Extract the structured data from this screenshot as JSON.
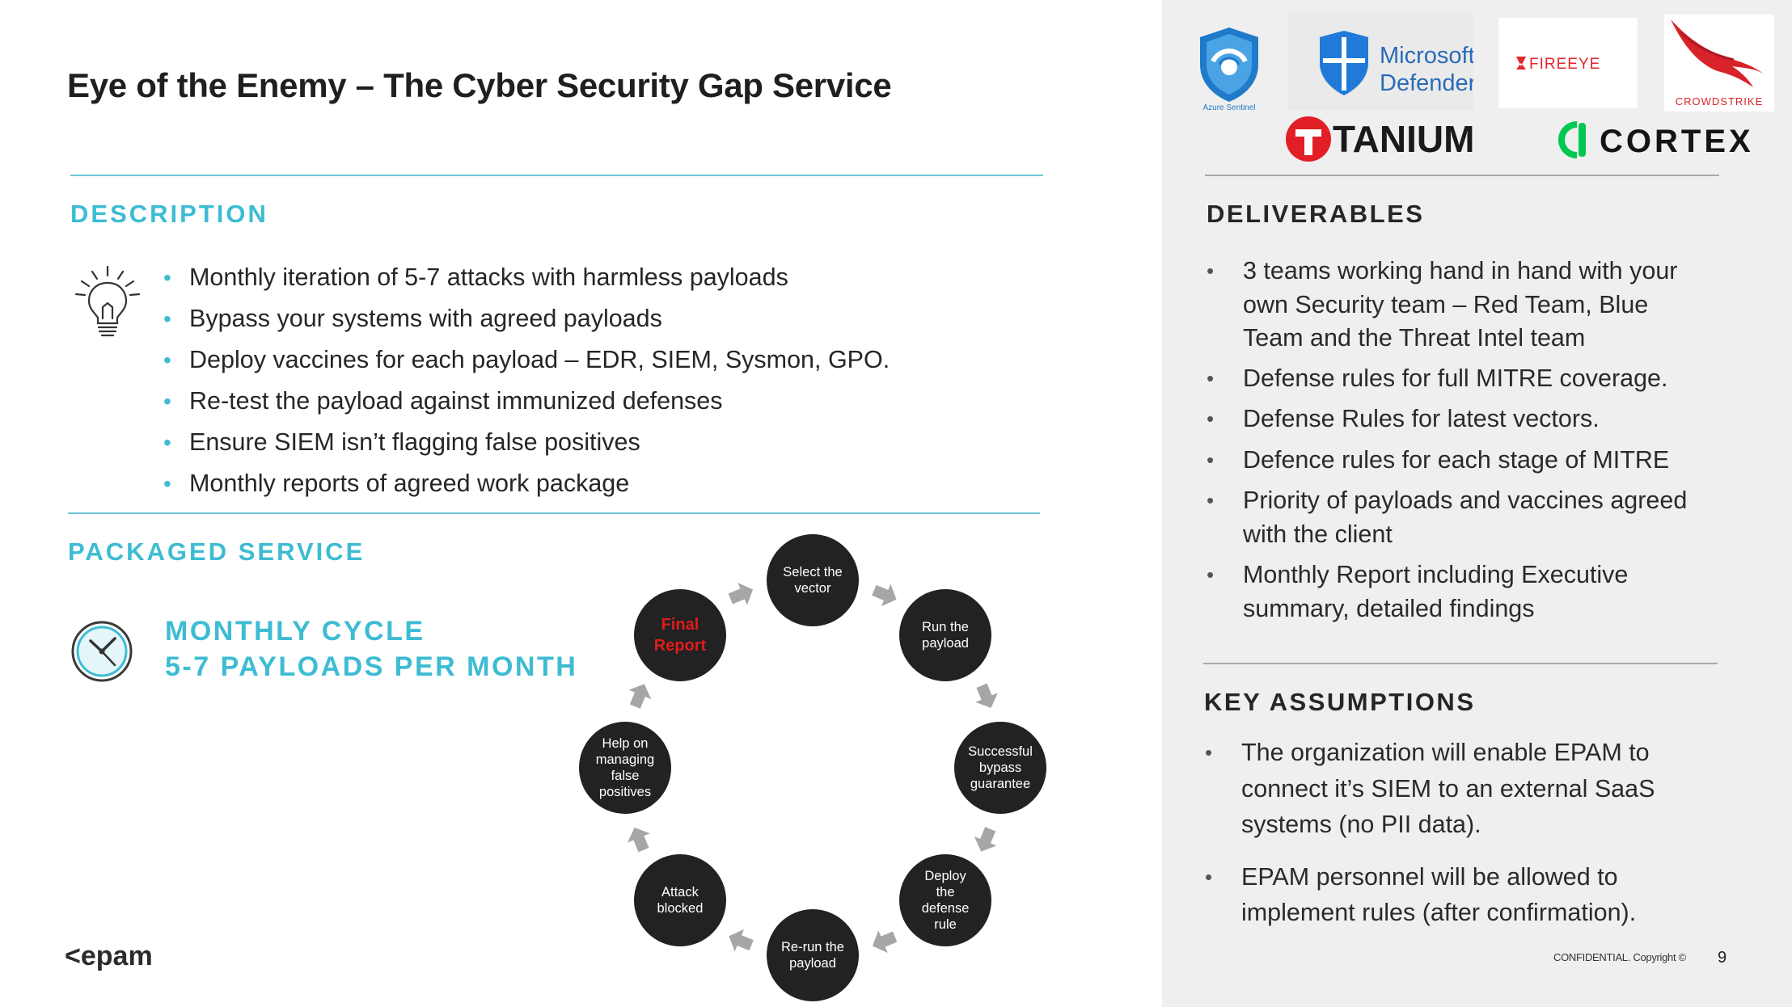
{
  "slide": {
    "title": "Eye of the Enemy – The Cyber Security Gap Service",
    "page_number": "9",
    "confidential": "CONFIDENTIAL. Copyright ©",
    "brand": "<epam>"
  },
  "description": {
    "heading": "DESCRIPTION",
    "bullets": [
      "Monthly iteration of 5-7 attacks with harmless payloads",
      "Bypass your systems with agreed payloads",
      "Deploy vaccines for each payload – EDR, SIEM, Sysmon, GPO.",
      "Re-test the payload against immunized defenses",
      "Ensure SIEM isn’t flagging false positives",
      "Monthly reports of agreed work package"
    ]
  },
  "packaged": {
    "heading": "PACKAGED SERVICE",
    "line1": "MONTHLY CYCLE",
    "line2": "5-7 PAYLOADS PER MONTH"
  },
  "cycle": {
    "nodes": [
      {
        "lines": [
          "Select the",
          "vector"
        ]
      },
      {
        "lines": [
          "Run the",
          "payload"
        ]
      },
      {
        "lines": [
          "Successful",
          "bypass",
          "guarantee"
        ]
      },
      {
        "lines": [
          "Deploy",
          "the",
          "defense",
          "rule"
        ]
      },
      {
        "lines": [
          "Re-run the",
          "payload"
        ]
      },
      {
        "lines": [
          "Attack",
          "blocked"
        ]
      },
      {
        "lines": [
          "Help on",
          "managing",
          "false",
          "positives"
        ]
      },
      {
        "lines": [
          "Final",
          "Report"
        ],
        "highlight": true
      }
    ],
    "highlight_color": "#e21b1b"
  },
  "logos": {
    "azure": "Azure Sentinel",
    "defender_line1": "Microsoft",
    "defender_line2": "Defender",
    "fireeye": "FIREEYE",
    "crowdstrike": "CROWDSTRIKE",
    "tanium": "TANIUM",
    "cortex": "CORTEX"
  },
  "deliverables": {
    "heading": "DELIVERABLES",
    "bullets": [
      [
        "3 teams working hand in hand with your",
        "own Security team – Red Team, Blue",
        "Team and the Threat Intel team"
      ],
      [
        "Defense rules for full MITRE coverage."
      ],
      [
        "Defense Rules for latest vectors."
      ],
      [
        "Defence rules for each stage of MITRE"
      ],
      [
        "Priority of payloads and vaccines agreed",
        "with the client"
      ],
      [
        "Monthly Report including Executive",
        "summary, detailed findings"
      ]
    ]
  },
  "assumptions": {
    "heading": "KEY ASSUMPTIONS",
    "bullets": [
      [
        "The organization will enable EPAM to",
        "connect it’s SIEM to an external SaaS",
        "systems (no PII data)."
      ],
      [
        "EPAM personnel will be allowed to",
        "implement rules (after confirmation)."
      ]
    ]
  },
  "colors": {
    "accent_teal": "#3dbcd3",
    "right_panel_bg": "#efefef",
    "node_bg": "#222222",
    "arrow_gray": "#a6a6a6"
  }
}
